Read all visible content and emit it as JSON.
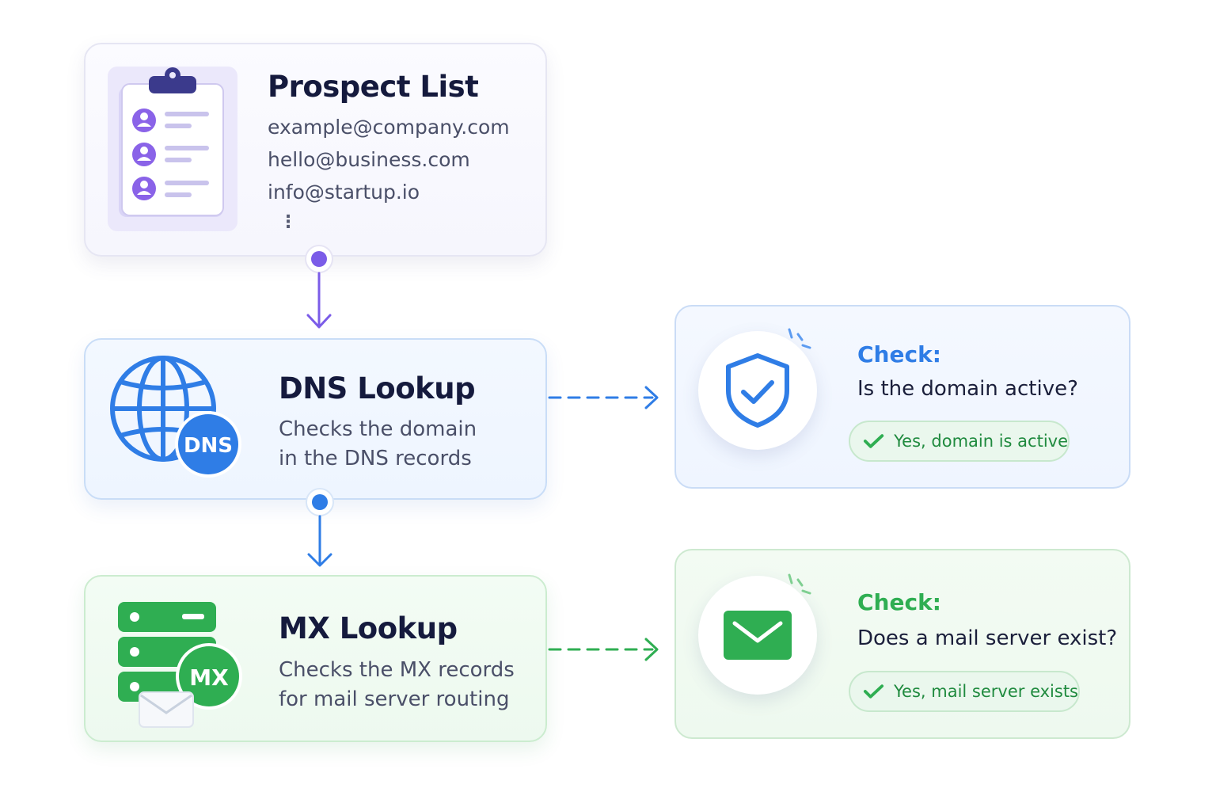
{
  "prospect": {
    "title": "Prospect List",
    "emails": [
      "example@company.com",
      "hello@business.com",
      "info@startup.io"
    ],
    "more": "⋮"
  },
  "dns": {
    "title": "DNS Lookup",
    "desc_line1": "Checks the domain",
    "desc_line2": "in the DNS records",
    "badge": "DNS"
  },
  "mx": {
    "title": "MX Lookup",
    "desc_line1": "Checks the MX records",
    "desc_line2": "for mail server routing",
    "badge": "MX"
  },
  "check_dns": {
    "label": "Check:",
    "question": "Is the domain active?",
    "result": "Yes, domain is active"
  },
  "check_mx": {
    "label": "Check:",
    "question": "Does a mail server exist?",
    "result": "Yes, mail server exists"
  },
  "colors": {
    "purple": "#7b5ce8",
    "blue": "#2f7de6",
    "green": "#2fae52",
    "dark": "#151a3d"
  },
  "icons": [
    "clipboard-icon",
    "globe-icon",
    "server-icon",
    "shield-check-icon",
    "envelope-icon",
    "checkmark-icon"
  ]
}
